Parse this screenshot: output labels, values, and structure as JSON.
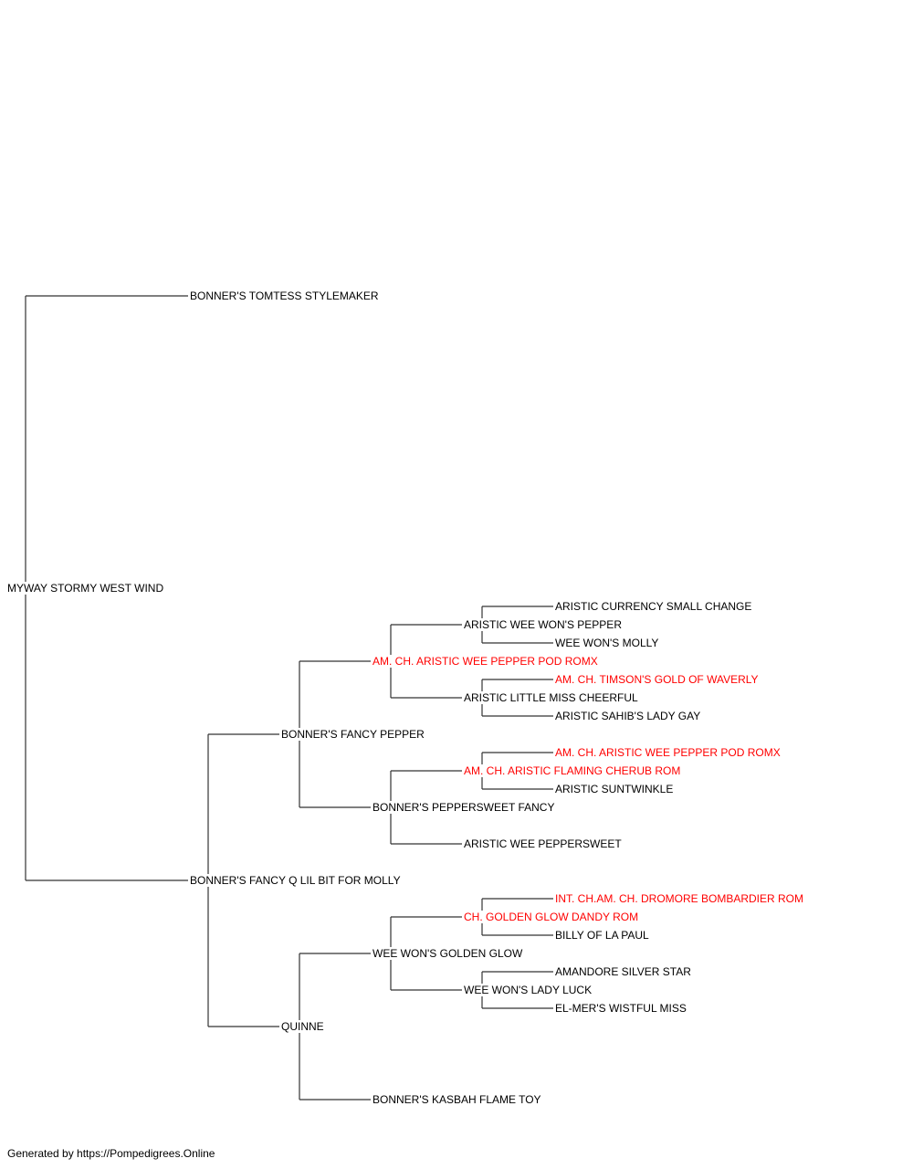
{
  "colors": {
    "line": "#333333",
    "text": "#000000",
    "champion": "#ff0000"
  },
  "pedigree": {
    "name": "MYWAY STORMY WEST WIND",
    "sire": {
      "name": "BONNER'S TOMTESS STYLEMAKER"
    },
    "dam": {
      "name": "BONNER'S FANCY Q LIL BIT FOR MOLLY",
      "sire": {
        "name": "BONNER'S FANCY PEPPER",
        "sire": {
          "name": "AM. CH. ARISTIC WEE PEPPER POD ROMX",
          "champion": true,
          "sire": {
            "name": "ARISTIC WEE WON'S PEPPER",
            "sire": {
              "name": "ARISTIC CURRENCY SMALL CHANGE"
            },
            "dam": {
              "name": "WEE WON'S MOLLY"
            }
          },
          "dam": {
            "name": "ARISTIC LITTLE MISS CHEERFUL",
            "sire": {
              "name": "AM. CH. TIMSON'S GOLD OF WAVERLY",
              "champion": true
            },
            "dam": {
              "name": "ARISTIC SAHIB'S LADY GAY"
            }
          }
        },
        "dam": {
          "name": "BONNER'S PEPPERSWEET FANCY",
          "sire": {
            "name": "AM. CH. ARISTIC FLAMING CHERUB ROM",
            "champion": true,
            "sire": {
              "name": "AM. CH. ARISTIC WEE PEPPER POD ROMX",
              "champion": true
            },
            "dam": {
              "name": "ARISTIC SUNTWINKLE"
            }
          },
          "dam": {
            "name": "ARISTIC WEE PEPPERSWEET"
          }
        }
      },
      "dam": {
        "name": "QUINNE",
        "sire": {
          "name": "WEE WON'S GOLDEN GLOW",
          "sire": {
            "name": "CH. GOLDEN GLOW DANDY ROM",
            "champion": true,
            "sire": {
              "name": "INT. CH.AM. CH. DROMORE BOMBARDIER ROM",
              "champion": true
            },
            "dam": {
              "name": "BILLY OF LA PAUL"
            }
          },
          "dam": {
            "name": "WEE WON'S LADY LUCK",
            "sire": {
              "name": "AMANDORE SILVER STAR"
            },
            "dam": {
              "name": "EL-MER'S WISTFUL MISS"
            }
          }
        },
        "dam": {
          "name": "BONNER'S KASBAH FLAME TOY"
        }
      }
    }
  },
  "footer": {
    "text": "Generated by https://Pompedigrees.Online"
  }
}
